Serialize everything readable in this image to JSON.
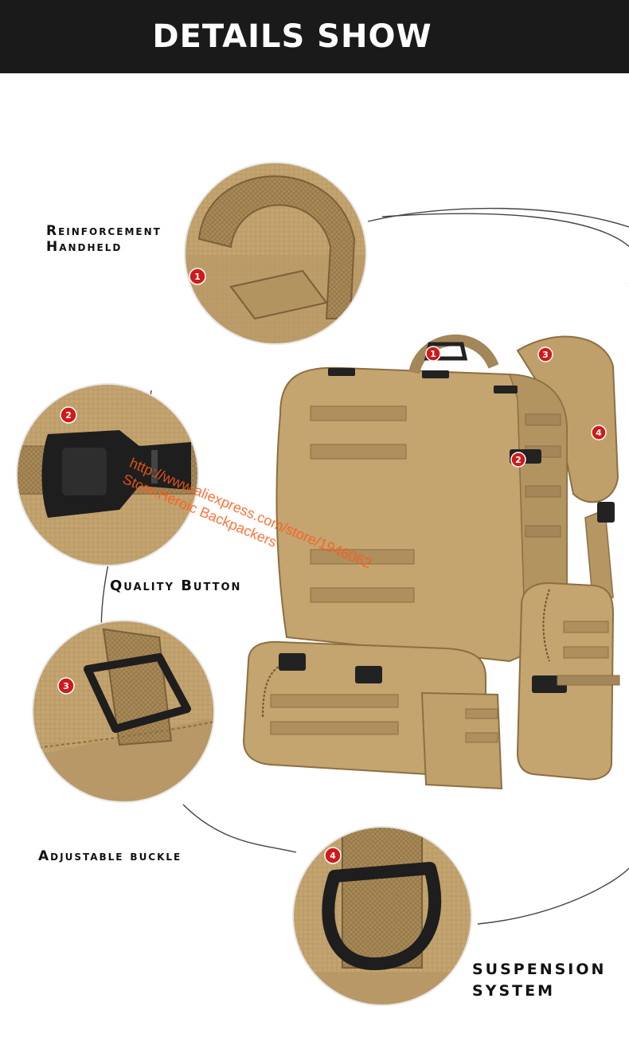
{
  "header": {
    "title": "DETAILS SHOW"
  },
  "features": [
    {
      "number": "1",
      "lines": [
        "Reinforcement",
        "Handheld"
      ]
    },
    {
      "number": "2",
      "lines": [
        "Quality Button"
      ]
    },
    {
      "number": "3",
      "lines": [
        "Adjustable buckle"
      ]
    },
    {
      "number": "4",
      "lines": [
        "SUSPENSION",
        "SYSTEM"
      ]
    }
  ],
  "watermark": {
    "line1": "http://www.aliexpress.com/store/1946062",
    "line2": "Store:Heroic Backpackers"
  },
  "colors": {
    "header_bg": "#1a1a1a",
    "fabric": "#c4a46f",
    "fabric_dark": "#9b7f4e",
    "badge": "#d01a1a",
    "watermark": "#ff5a1a"
  }
}
